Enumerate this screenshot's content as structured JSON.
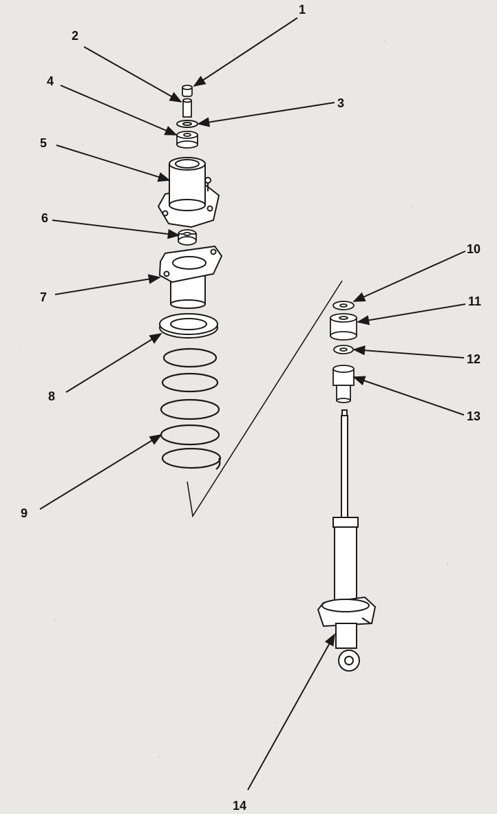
{
  "diagram": {
    "callouts": [
      "1",
      "2",
      "3",
      "4",
      "5",
      "6",
      "7",
      "8",
      "9",
      "10",
      "11",
      "12",
      "13",
      "14"
    ],
    "colors": {
      "background": "#e9e8e4",
      "ink": "#1a1a1a",
      "part_fill": "#ffffff"
    }
  }
}
